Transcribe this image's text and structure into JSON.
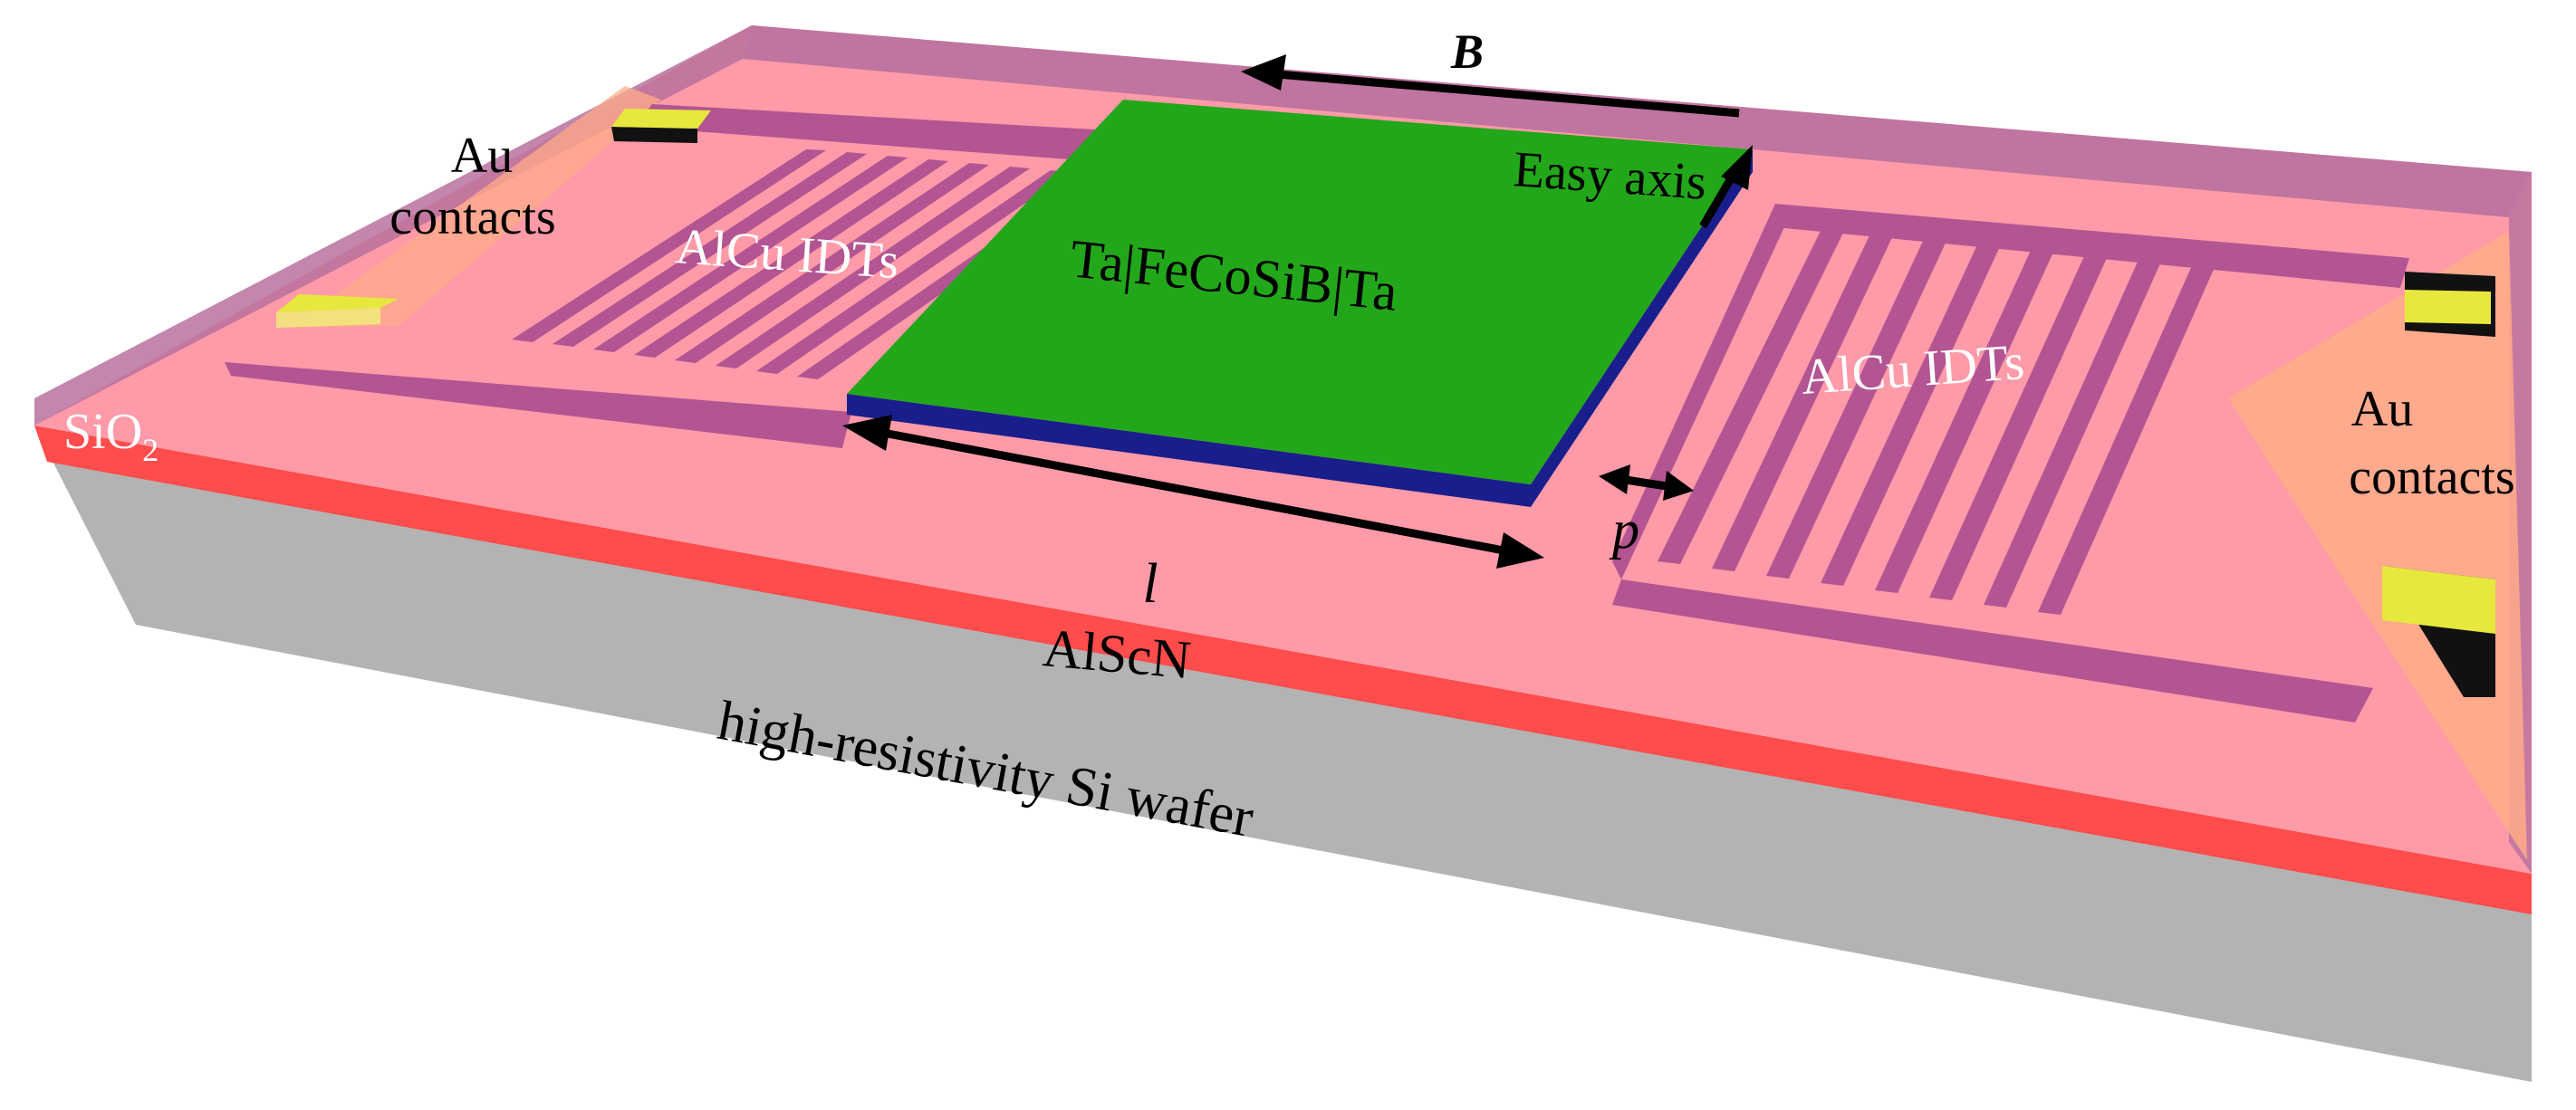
{
  "labels": {
    "field": "B",
    "easy_axis": "Easy axis",
    "film_stack": "Ta|FeCoSiB|Ta",
    "idt_left": "AlCu IDTs",
    "idt_right": "AlCu IDTs",
    "contacts_left_line1": "Au",
    "contacts_left_line2": "contacts",
    "contacts_right_line1": "Au",
    "contacts_right_line2": "contacts",
    "oxide_base": "SiO",
    "oxide_sub": "2",
    "length": "l",
    "pitch": "p",
    "piezo_layer": "AlScN",
    "substrate": "high-resistivity Si wafer"
  },
  "colors": {
    "oxide_top": "#ff9aa8",
    "piezo_layer": "#ff4c4c",
    "substrate_front": "#b3b3b3",
    "idt": "#b25592",
    "magnetic_film": "#22a71a",
    "film_edge": "#1a1e8c",
    "au_pad": "#e6e83e",
    "contact_region": "#ffab88",
    "slab_edge": "#b8719e"
  }
}
